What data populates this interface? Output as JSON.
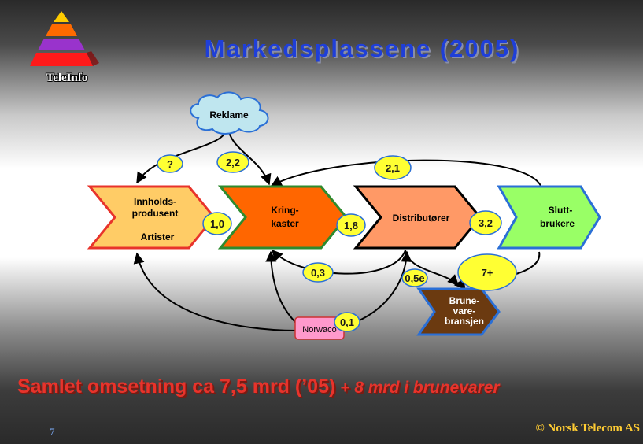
{
  "slide": {
    "title": "Markedsplassene (2005)",
    "logo_text": "TeleInfo",
    "summary_main": "Samlet omsetning ca 7,5 mrd (’05)",
    "summary_extra": " + 8 mrd i brunevarer",
    "page_number": "7",
    "copyright": "© Norsk Telecom AS"
  },
  "nodes": {
    "reklame": "Reklame",
    "innhold_line1": "Innholds-",
    "innhold_line2": "produsent",
    "innhold_line3": "Artister",
    "kring_line1": "Kring-",
    "kring_line2": "kaster",
    "distributorer": "Distributører",
    "slutt_line1": "Slutt-",
    "slutt_line2": "brukere",
    "brune_line1": "Brune-",
    "brune_line2": "vare-",
    "brune_line3": "bransjen",
    "norwaco": "Norwaco"
  },
  "flows": {
    "reklame_to_innhold": "?",
    "reklame_to_kring": "2,2",
    "slutt_to_kring": "2,1",
    "kring_to_innhold": "1,0",
    "distr_to_kring": "1,8",
    "slutt_to_distr": "3,2",
    "distr_kring_loop": "0,3",
    "distr_to_brune": "0,5e",
    "slutt_to_brune": "7+",
    "norwaco": "0,1"
  },
  "colors": {
    "title": "#1f3fd8",
    "innhold_fill": "#ffcc66",
    "kring_fill": "#ff6600",
    "distr_fill": "#ff9966",
    "slutt_fill": "#99ff66",
    "brune_fill": "#6b3a10",
    "badge_fill": "#ffff33",
    "reklame_fill": "#bfe6ef",
    "norwaco_fill": "#ff99cc",
    "summary": "#e8332b",
    "copyright": "#ffcc33"
  }
}
